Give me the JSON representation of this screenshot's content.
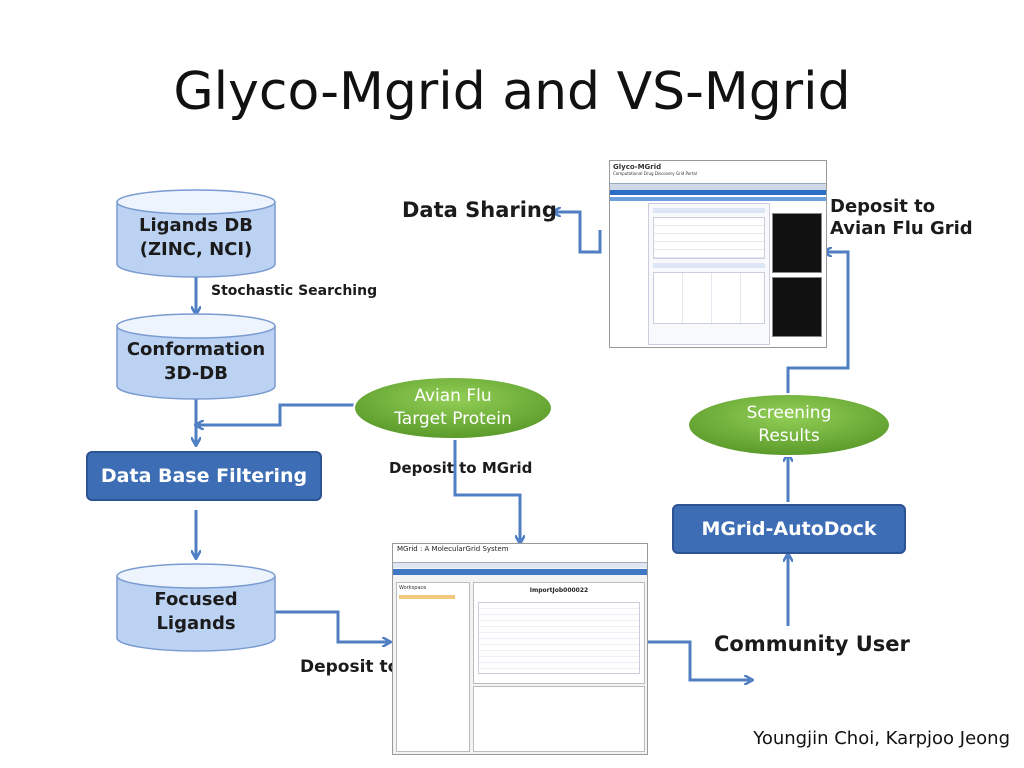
{
  "slide": {
    "title": "Glyco-Mgrid and VS-Mgrid",
    "authors": "Youngjin Choi, Karpjoo Jeong"
  },
  "nodes": {
    "ligands_db": [
      "Ligands DB",
      "(ZINC, NCI)"
    ],
    "conformation_db": [
      "Conformation",
      "3D-DB"
    ],
    "db_filtering": "Data Base Filtering",
    "focused_ligands": [
      "Focused",
      "Ligands"
    ],
    "avian_flu_target": [
      "Avian Flu",
      "Target Protein"
    ],
    "screening_results": [
      "Screening",
      "Results"
    ],
    "mgrid_autodock": "MGrid-AutoDock",
    "community_user": "Community User",
    "data_sharing": "Data Sharing",
    "deposit_avian": [
      "Deposit to",
      "Avian Flu Grid"
    ]
  },
  "edge_labels": {
    "stochastic": "Stochastic Searching",
    "deposit_mgrid_top": "Deposit to MGrid",
    "deposit_mgrid_bottom": "Deposit to MGrid"
  },
  "screenshots": {
    "top": {
      "app_title": "Glyco-MGrid",
      "subtitle": "Computational Drug Discovery Grid Portal"
    },
    "bottom": {
      "app_title": "MGrid : A MolecularGrid System",
      "job_title": "ImportJob000022",
      "workspace_label": "Workspace"
    }
  },
  "colors": {
    "cylinder_top": "#eef4fd",
    "cylinder_body": "#bcd2f2",
    "box": "#3d6db4",
    "ellipse": "#6fb33a",
    "arrow": "#4f7fc2"
  }
}
